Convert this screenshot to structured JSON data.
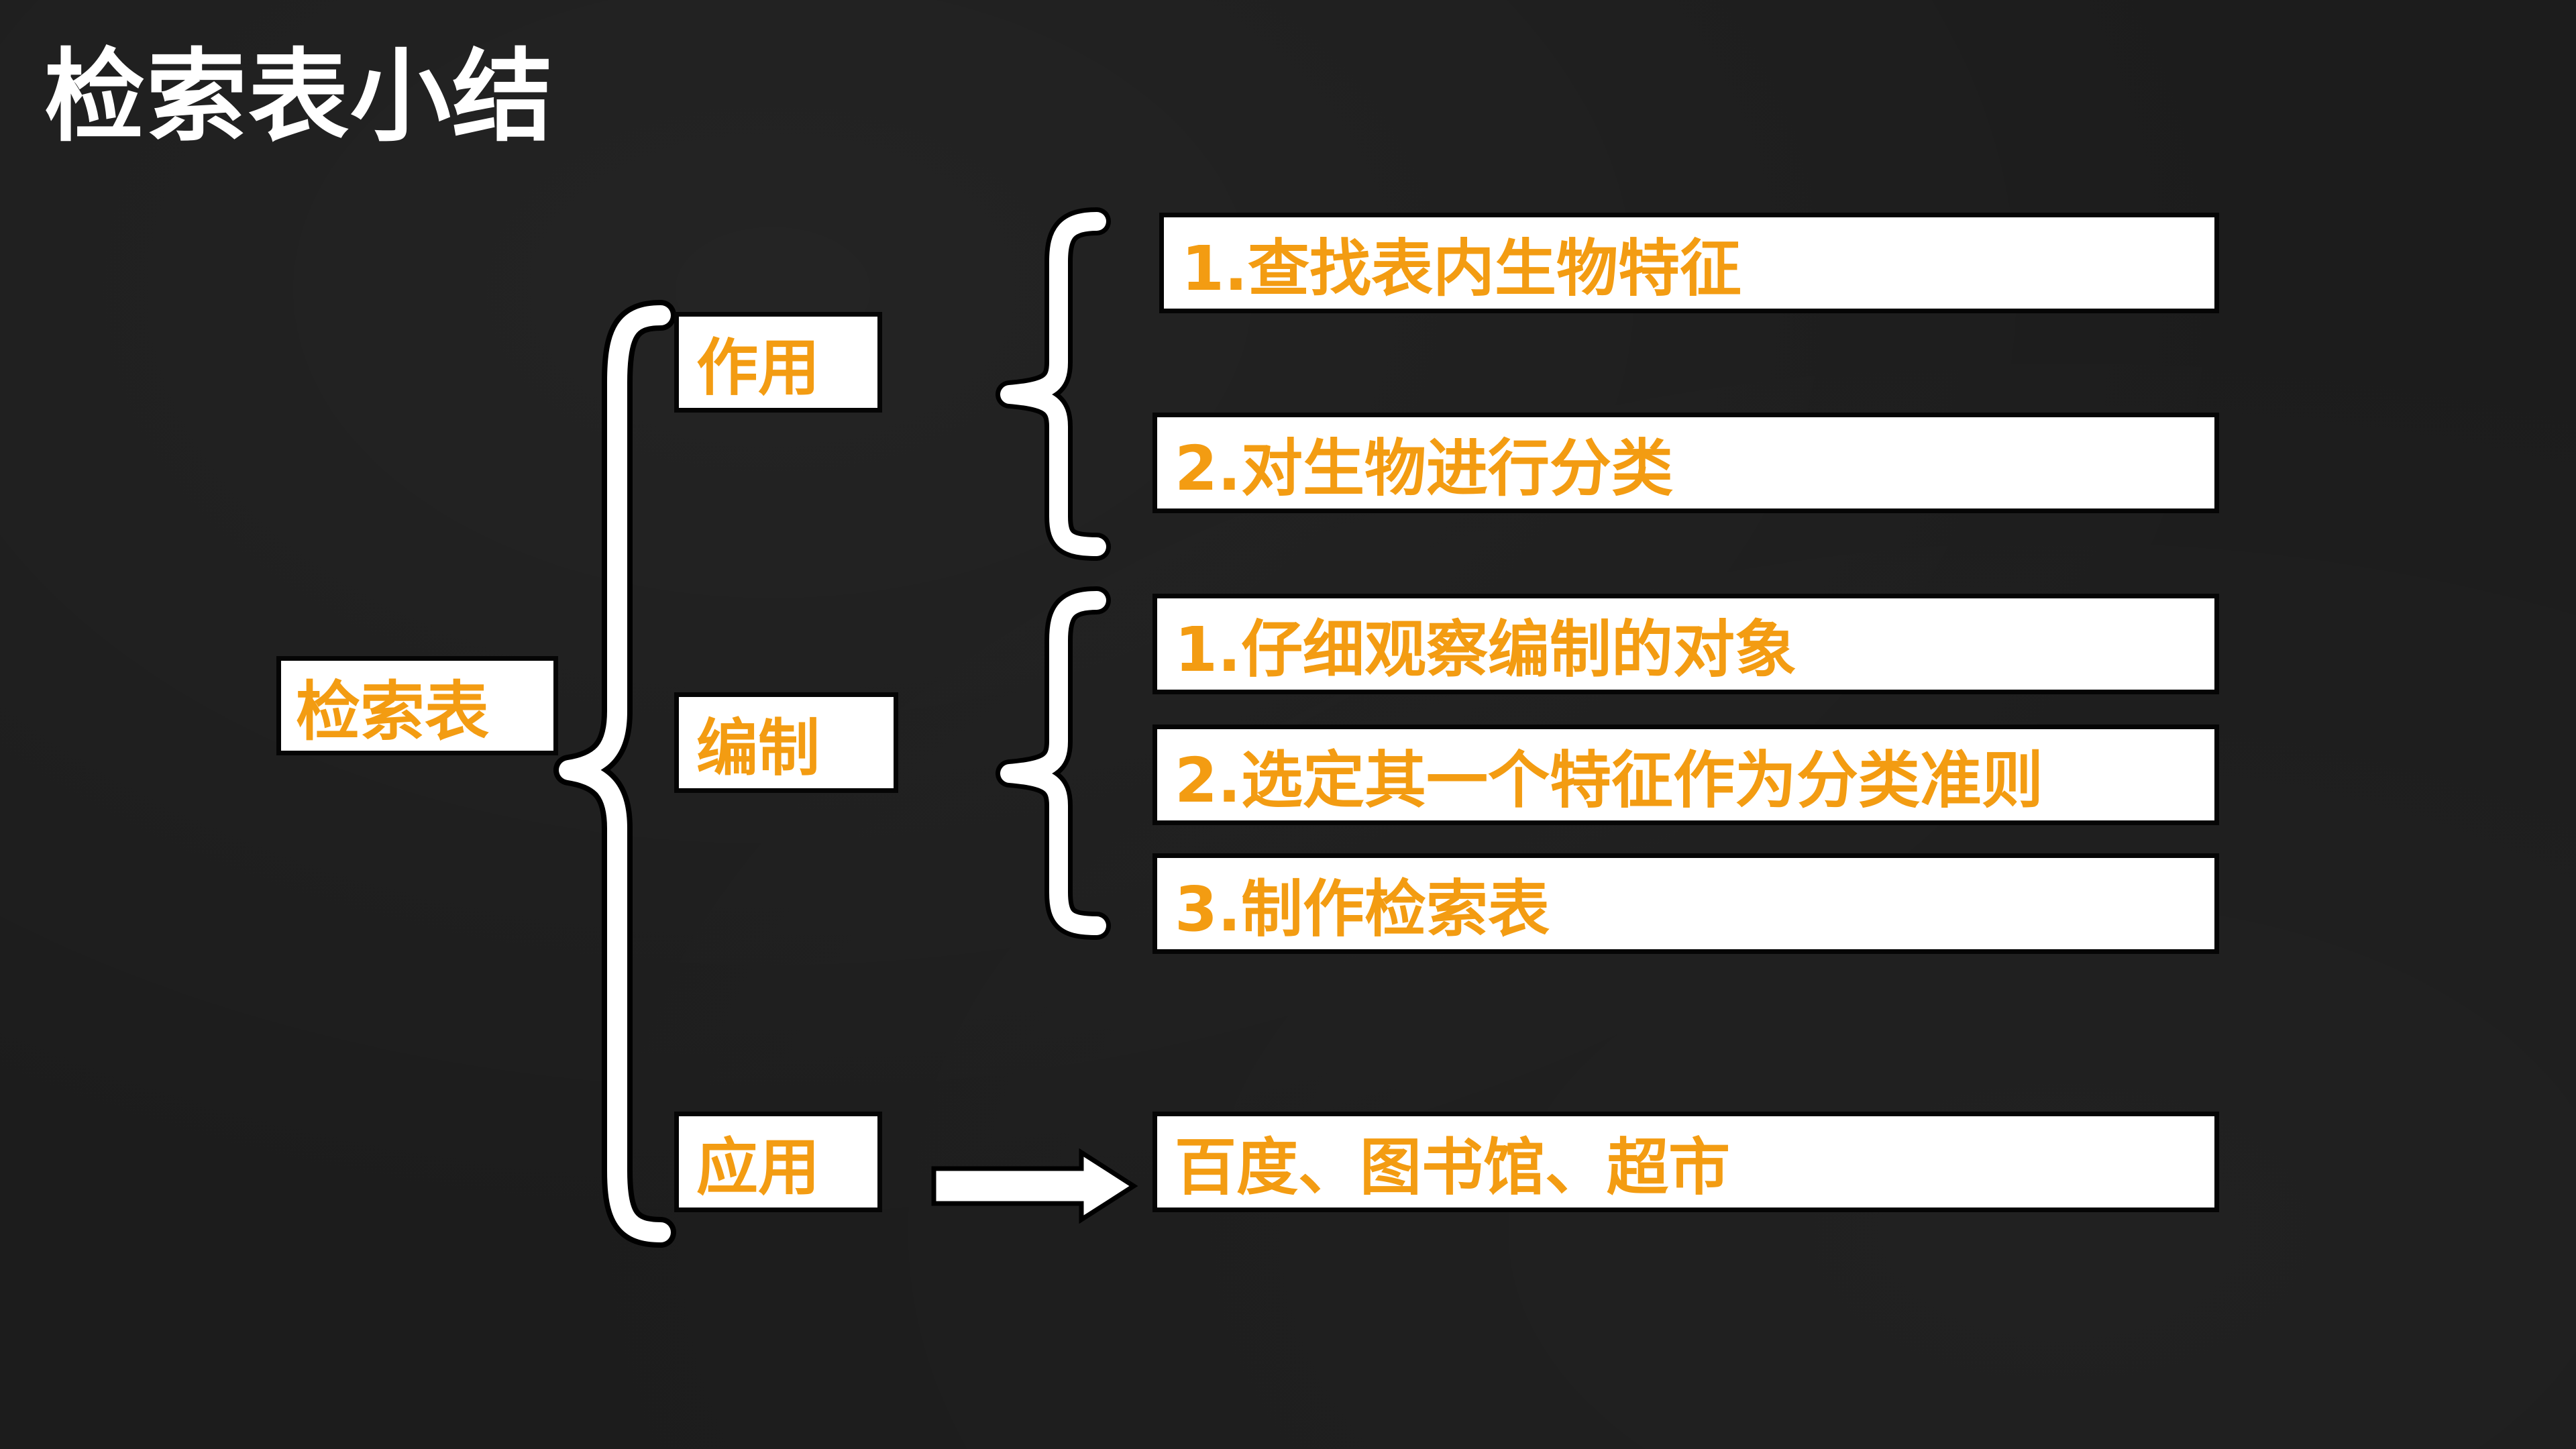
{
  "title": "检索表小结",
  "root": {
    "label": "检索表"
  },
  "branches": [
    {
      "label": "作用",
      "items": [
        "1.查找表内生物特征",
        "2.对生物进行分类"
      ]
    },
    {
      "label": "编制",
      "items": [
        "1.仔细观察编制的对象",
        "2.选定其一个特征作为分类准则",
        "3.制作检索表"
      ]
    },
    {
      "label": "应用",
      "items": [
        "百度、图书馆、超市"
      ]
    }
  ],
  "colors": {
    "background": "#1c1c1c",
    "title_text": "#ffffff",
    "box_fill": "#ffffff",
    "box_text": "#f39c12",
    "box_border": "#050505",
    "connector": "#ffffff"
  },
  "icons": {
    "arrow": "right-arrow-icon",
    "brace": "left-curly-brace"
  }
}
